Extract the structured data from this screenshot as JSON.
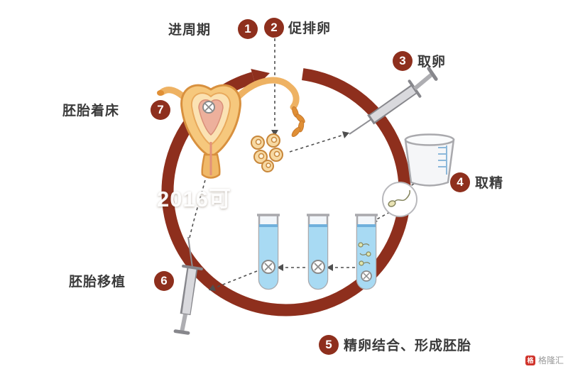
{
  "steps": [
    {
      "num": "1",
      "label": "进周期"
    },
    {
      "num": "2",
      "label": "促排卵"
    },
    {
      "num": "3",
      "label": "取卵"
    },
    {
      "num": "4",
      "label": "取精"
    },
    {
      "num": "5",
      "label": "精卵结合、形成胚胎"
    },
    {
      "num": "6",
      "label": "胚胎移植"
    },
    {
      "num": "7",
      "label": "胚胎着床"
    }
  ],
  "watermarks": {
    "center": "2016可",
    "brand_logo": "格",
    "brand": "格隆汇"
  },
  "colors": {
    "arc": "#8e2f1d",
    "badge": "#8e2f1d",
    "label_text": "#3b3b3b",
    "uterus_fill": "#f6c87d",
    "uterus_stroke": "#d8903e",
    "tube_liquid": "#a8daf3"
  }
}
